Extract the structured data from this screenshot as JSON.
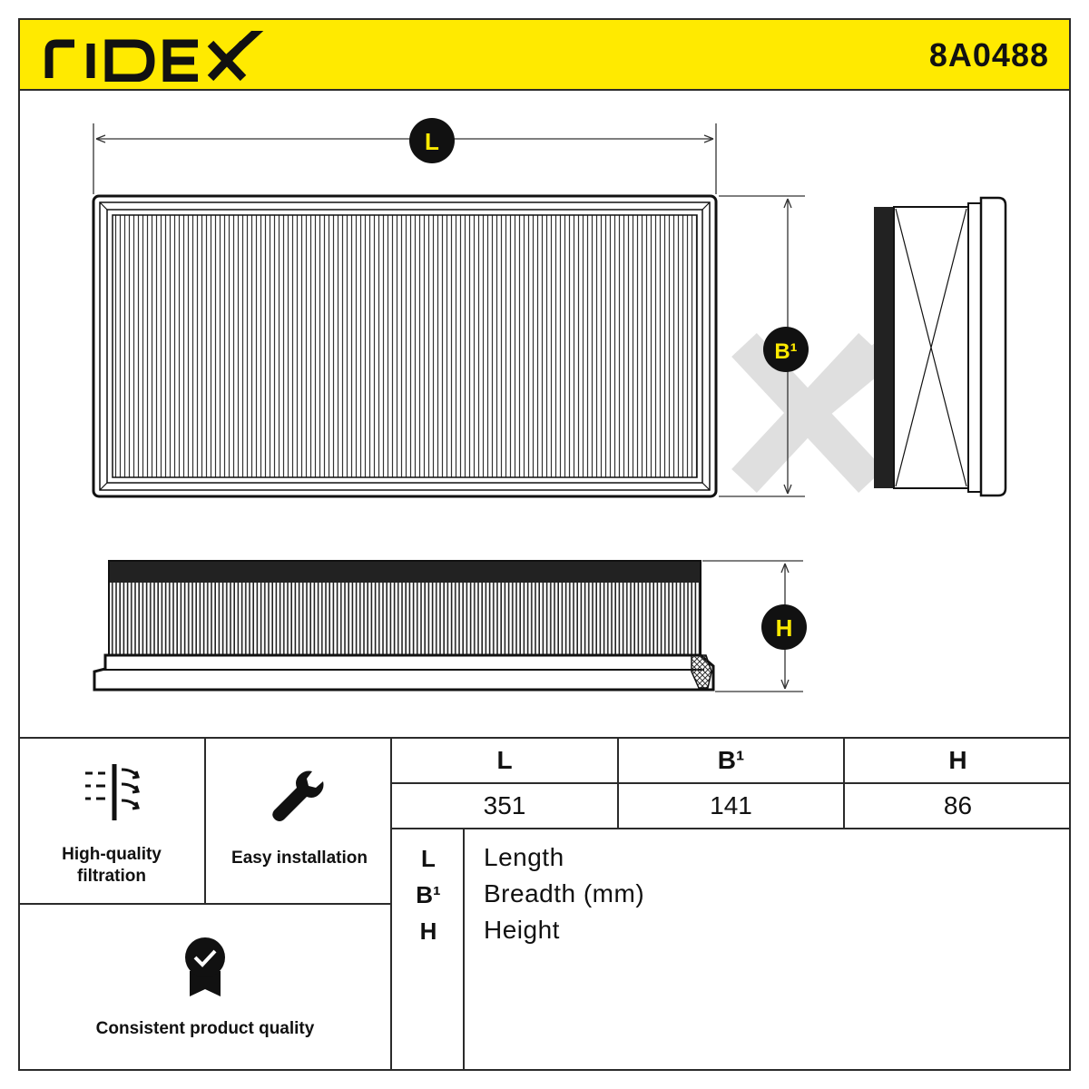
{
  "header": {
    "brand": "RIDEX",
    "part_number": "8A0488",
    "accent_color": "#ffea00"
  },
  "drawing": {
    "dim_labels": {
      "length": "L",
      "breadth": "B¹",
      "height": "H"
    }
  },
  "features": [
    {
      "icon": "airflow-filter-icon",
      "label_line1": "High-quality",
      "label_line2": "filtration"
    },
    {
      "icon": "wrench-icon",
      "label": "Easy installation"
    },
    {
      "icon": "quality-badge-icon",
      "label": "Consistent product quality"
    }
  ],
  "dimensions_table": {
    "headers": [
      "L",
      "B¹",
      "H"
    ],
    "values": [
      "351",
      "141",
      "86"
    ]
  },
  "legend": [
    {
      "key": "L",
      "text": "Length"
    },
    {
      "key": "B¹",
      "text": "Breadth (mm)"
    },
    {
      "key": "H",
      "text": "Height"
    }
  ]
}
